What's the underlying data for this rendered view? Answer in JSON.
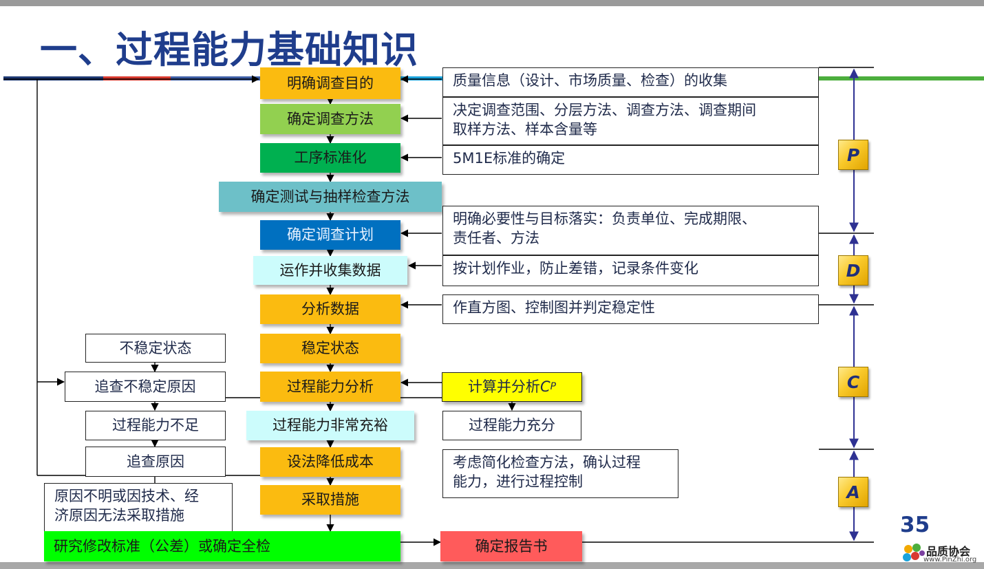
{
  "title": "一、过程能力基础知识",
  "page_number": "35",
  "logo": {
    "name": "品质协会",
    "url": "www.PinZhi.org"
  },
  "colors": {
    "title": "#1f3d8c",
    "orange": "#fbbb10",
    "light_green": "#92d050",
    "green": "#00b050",
    "teal": "#6dc0c8",
    "blue": "#0070c0",
    "light_cyan": "#ccfcfc",
    "yellow": "#ffff00",
    "bright_green": "#00ff00",
    "salmon": "#ff5b5b",
    "cube_gold": "#f9c92a",
    "axis": "#2e3192"
  },
  "steps": {
    "s1": "明确调查目的",
    "s2": "确定调查方法",
    "s3": "工序标准化",
    "s4": "确定测试与抽样检查方法",
    "s5": "确定调查计划",
    "s6": "运作并收集数据",
    "s7": "分析数据",
    "s8": "稳定状态",
    "s9": "过程能力分析",
    "s10": "过程能力非常充裕",
    "s11": "设法降低成本",
    "s12": "采取措施"
  },
  "right_notes": {
    "n1": [
      "质量信息（设计、市场质量、检查）的收集"
    ],
    "n2": [
      "决定调查范围、分层方法、调查方法、调查期间",
      "取样方法、样本含量等"
    ],
    "n3": [
      "5M1E标准的确定"
    ],
    "n5": [
      "明确必要性与目标落实：负责单位、完成期限、",
      "责任者、方法"
    ],
    "n6": [
      "按计划作业，防止差错，记录条件变化"
    ],
    "n7": [
      "作直方图、控制图并判定稳定性"
    ],
    "calc": {
      "text": "计算并分析",
      "sym": "C",
      "sub": "P"
    },
    "sufficient": "过程能力充分",
    "simplify": [
      "考虑简化检查方法，确认过程",
      "能力，进行过程控制"
    ],
    "report": "确定报告书"
  },
  "left_notes": {
    "unstable": "不稳定状态",
    "trace_unstable": "追查不稳定原因",
    "insufficient": "过程能力不足",
    "trace": "追查原因",
    "unknown": [
      "原因不明或因技术、经",
      "济原因无法采取措施"
    ],
    "revise": "研究修改标准（公差）或确定全检"
  },
  "pdca": [
    "P",
    "D",
    "C",
    "A"
  ]
}
